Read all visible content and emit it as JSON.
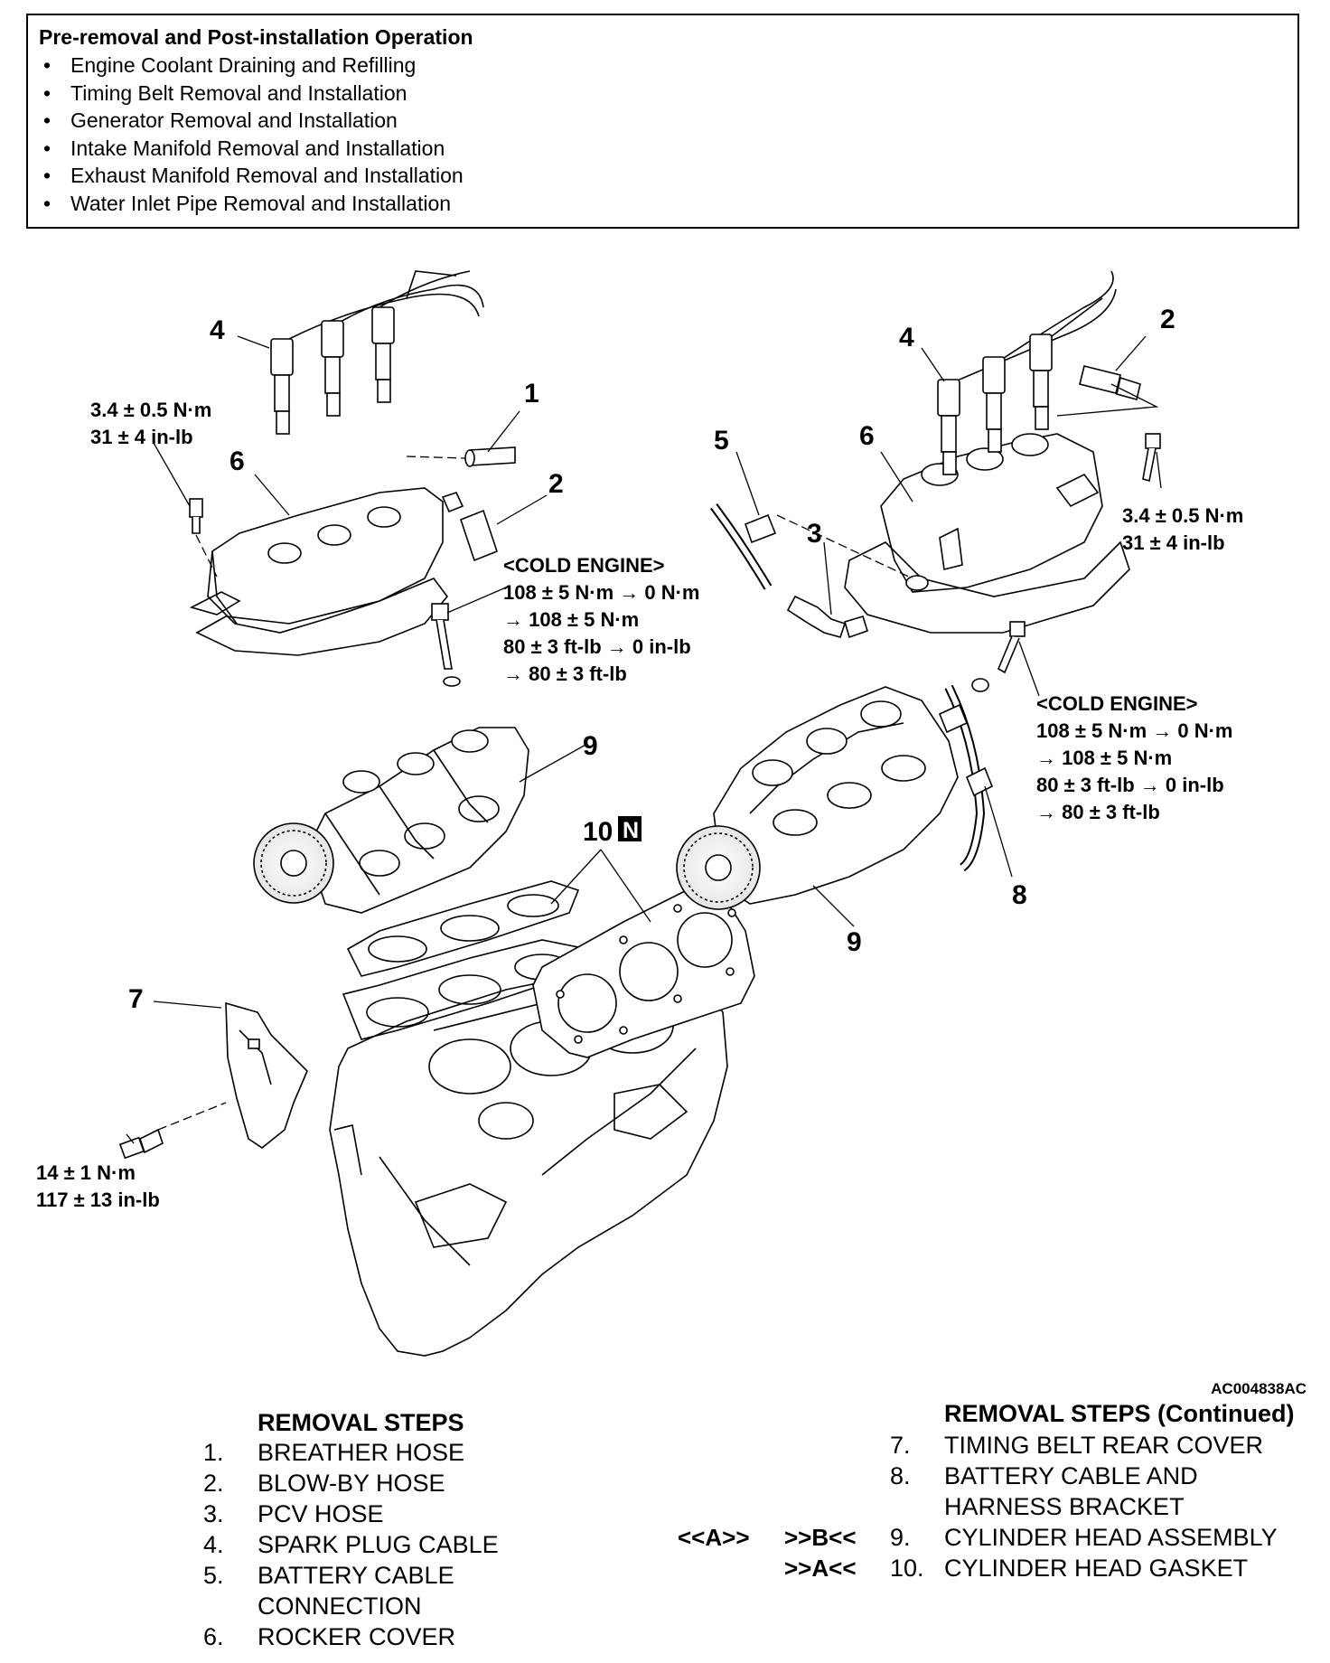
{
  "pre_removal": {
    "title": "Pre-removal and Post-installation Operation",
    "items": [
      "Engine Coolant Draining and Refilling",
      "Timing Belt Removal and Installation",
      "Generator Removal and Installation",
      "Intake Manifold Removal and Installation",
      "Exhaust Manifold Removal and Installation",
      "Water Inlet Pipe Removal and Installation"
    ]
  },
  "diagram": {
    "callouts": {
      "c1": "1",
      "c2_left": "2",
      "c2_right": "2",
      "c3": "3",
      "c4_left": "4",
      "c4_right": "4",
      "c5": "5",
      "c6_left": "6",
      "c6_right": "6",
      "c7": "7",
      "c8": "8",
      "c9_left": "9",
      "c9_right": "9",
      "c10": "10",
      "c10_badge": "N"
    },
    "torque_left_cover": [
      "3.4 ± 0.5 N·m",
      "31 ± 4 in-lb"
    ],
    "torque_right_cover": [
      "3.4 ± 0.5 N·m",
      "31 ± 4 in-lb"
    ],
    "torque_bracket": [
      "14 ± 1 N·m",
      "117 ± 13 in-lb"
    ],
    "cold_engine_left": [
      "<COLD ENGINE>",
      "108 ± 5 N·m → 0 N·m",
      "→ 108 ± 5 N·m",
      "80 ± 3 ft-lb → 0 in-lb",
      "→ 80 ± 3 ft-lb"
    ],
    "cold_engine_right": [
      "<COLD ENGINE>",
      "108 ± 5 N·m → 0 N·m",
      "→ 108 ± 5 N·m",
      "80 ± 3 ft-lb → 0 in-lb",
      "→ 80 ± 3 ft-lb"
    ],
    "figure_id": "AC004838AC"
  },
  "removal_steps": {
    "heading": "REMOVAL STEPS",
    "items": [
      {
        "num": "1.",
        "label": "BREATHER HOSE"
      },
      {
        "num": "2.",
        "label": "BLOW-BY HOSE"
      },
      {
        "num": "3.",
        "label": "PCV HOSE"
      },
      {
        "num": "4.",
        "label": "SPARK PLUG CABLE"
      },
      {
        "num": "5.",
        "label": "BATTERY CABLE"
      },
      {
        "num": "",
        "label": "CONNECTION"
      },
      {
        "num": "6.",
        "label": "ROCKER COVER"
      }
    ]
  },
  "removal_steps_continued": {
    "heading": "REMOVAL STEPS (Continued)",
    "items": [
      {
        "num": "7.",
        "label": "TIMING BELT REAR COVER",
        "mark1": "",
        "mark2": ""
      },
      {
        "num": "8.",
        "label": "BATTERY CABLE AND",
        "mark1": "",
        "mark2": ""
      },
      {
        "num": "",
        "label": "HARNESS BRACKET",
        "mark1": "",
        "mark2": ""
      },
      {
        "num": "9.",
        "label": "CYLINDER HEAD ASSEMBLY",
        "mark1": "<<A>>",
        "mark2": ">>B<<"
      },
      {
        "num": "10.",
        "label": "CYLINDER HEAD GASKET",
        "mark1": "",
        "mark2": ">>A<<"
      }
    ]
  }
}
